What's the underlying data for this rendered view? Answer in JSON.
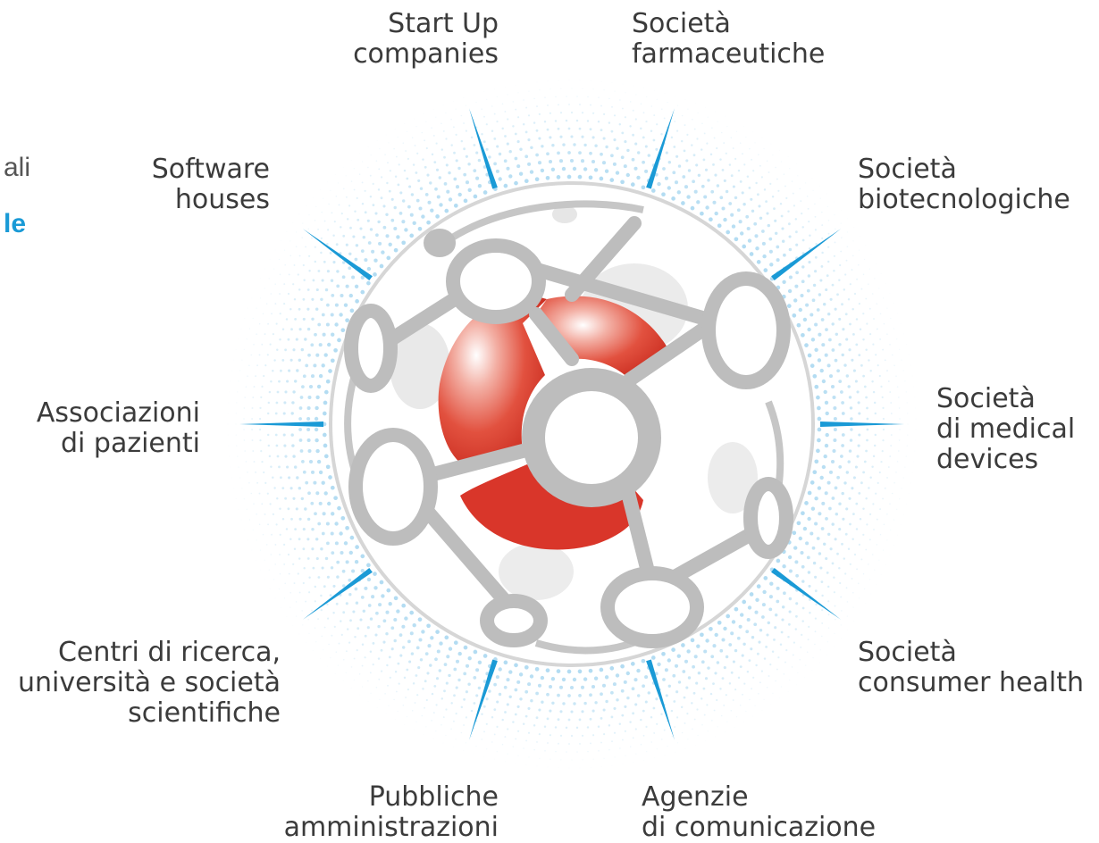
{
  "diagram": {
    "cropped_text": [
      "ali",
      "le"
    ],
    "labels": {
      "start_up": "Start Up\ncompanies",
      "farmaceutiche": "Società\nfarmaceutiche",
      "software": "Software\nhouses",
      "biotecnologiche": "Società\nbiotecnologiche",
      "associazioni": "Associazioni\ndi pazienti",
      "medical_devices": "Società\ndi medical\ndevices",
      "centri_ricerca": "Centri di ricerca,\nuniversità e società\nscientifiche",
      "consumer_health": "Società\nconsumer health",
      "pubbliche": "Pubbliche\namministrazioni",
      "agenzie": "Agenzie\ndi comunicazione"
    },
    "colors": {
      "accent_blue": "#1a9ad6",
      "sphere_grey": "#c4c4c4",
      "core_red": "#d93a2b",
      "dot_blue": "#9fd3ee",
      "text": "#3b3b3b"
    }
  }
}
